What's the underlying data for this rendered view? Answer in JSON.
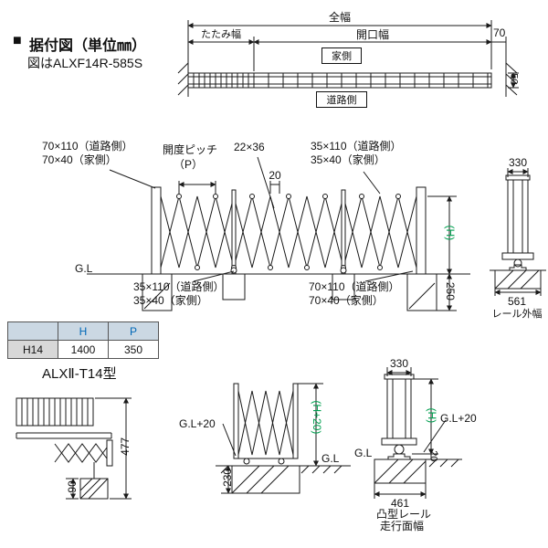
{
  "header": {
    "marker": "■",
    "title": "据付図（単位㎜）",
    "subtitle": "図はALXF14R-585S"
  },
  "plan": {
    "total_width": "全幅",
    "fold_width": "たたみ幅",
    "opening_width": "開口幅",
    "house_side": "家側",
    "road_side": "道路側",
    "offset_70": "70",
    "rail_depth_50": "50"
  },
  "elevation": {
    "post_top_left_1": "70×110（道路側）",
    "post_top_left_2": "70×40（家側）",
    "pitch_1": "開度ピッチ",
    "pitch_2": "（P）",
    "crossbar": "22×36",
    "gap_20": "20",
    "post_top_right_1": "35×110（道路側）",
    "post_top_right_2": "35×40（家側）",
    "ground": "G.L",
    "post_bottom_left_1": "35×110（道路側）",
    "post_bottom_left_2": "35×40（家側）",
    "post_bottom_right_1": "70×110（道路側）",
    "post_bottom_right_2": "70×40（家側）",
    "height": "(H)",
    "embed_250": "250"
  },
  "end_view": {
    "width_330": "330",
    "rail_outer_561": "561",
    "rail_outer_label": "レール外幅"
  },
  "spec_table": {
    "headers": [
      "",
      "H",
      "P"
    ],
    "rows": [
      [
        "H14",
        "1400",
        "350"
      ]
    ]
  },
  "model_label": "ALXⅡ-T14型",
  "detail_left": {
    "depth_477": "477",
    "rail_90": "90"
  },
  "detail_mid": {
    "gl_plus20": "G.L+20",
    "embed_230": "230",
    "height_h20": "(H+20)",
    "ground": "G.L"
  },
  "detail_right": {
    "width_330": "330",
    "height_h": "(H)",
    "ground": "G.L",
    "gl_plus20": "G.L+20",
    "gap_20": "20",
    "run_width_461": "461",
    "rail_label_1": "凸型レール",
    "rail_label_2": "走行面幅"
  },
  "colors": {
    "line": "#1a1a1a",
    "accent_green": "#00a050",
    "table_header_bg": "#cbd8e3",
    "table_header_text": "#0068b7",
    "table_key_bg": "#d8d8d8"
  }
}
